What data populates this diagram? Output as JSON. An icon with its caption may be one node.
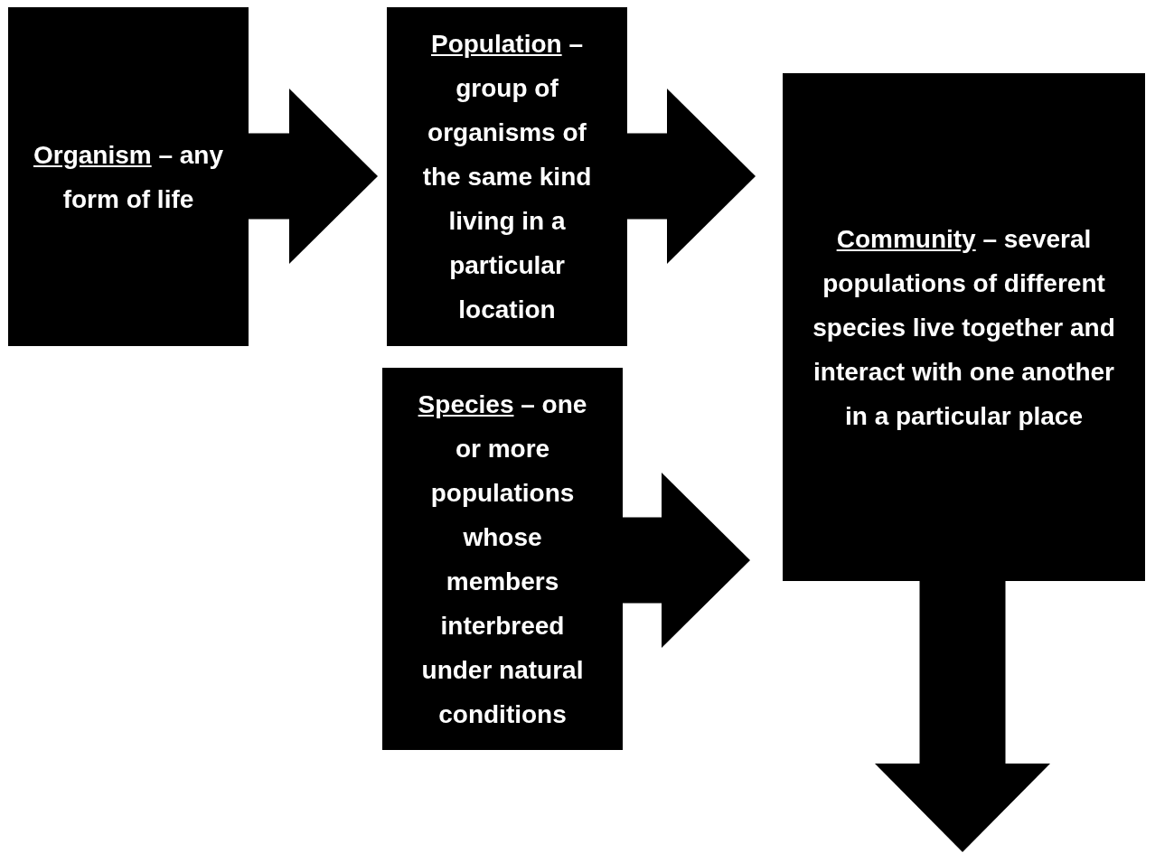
{
  "diagram": {
    "nodes": [
      {
        "text": [
          "Organism",
          "– any form of life"
        ]
      },
      {
        "text": [
          "Population",
          "– group of organisms of the same kind living in a particular location"
        ]
      },
      {
        "text": [
          "Species",
          "– one or more populations whose members interbreed under natural conditions"
        ]
      },
      {
        "text": [
          "Community",
          "– several populations of different species live together and interact with one another in a particular place"
        ]
      }
    ],
    "edges": [
      {
        "from": 0,
        "to": 1,
        "arrow": "to"
      },
      {
        "from": 1,
        "to": 3,
        "arrow": "to"
      },
      {
        "from": 2,
        "to": 3,
        "arrow": "to"
      },
      {
        "from": 3,
        "to": null,
        "arrow": "to"
      }
    ]
  }
}
